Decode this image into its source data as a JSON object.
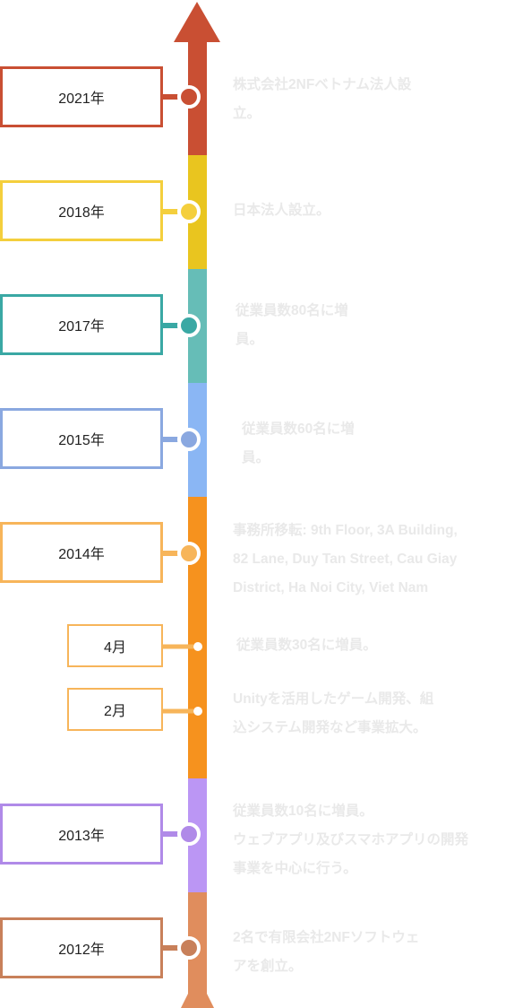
{
  "timeline": {
    "colors": {
      "y2021": "#c94f33",
      "y2018": "#f4cf3d",
      "y2017": "#3aa8a4",
      "y2015": "#8aa8e0",
      "y2014": "#f7b55a",
      "y2013": "#b08ae8",
      "y2012": "#c8805a"
    },
    "entries": [
      {
        "year": "2021年",
        "text": "株式会社2NFベトナム法人設\n立。"
      },
      {
        "year": "2018年",
        "text": "日本法人設立。"
      },
      {
        "year": "2017年",
        "text": "従業員数80名に増\n員。"
      },
      {
        "year": "2015年",
        "text": "従業員数60名に増\n員。"
      },
      {
        "year": "2014年",
        "text": "事務所移転: 9th Floor, 3A Building,\n82 Lane, Duy Tan Street, Cau Giay\nDistrict, Ha Noi City, Viet Nam"
      },
      {
        "year": "4月",
        "text": "従業員数30名に増員。"
      },
      {
        "year": "2月",
        "text": "Unityを活用したゲーム開発、組\n込システム開発など事業拡大。"
      },
      {
        "year": "2013年",
        "text": "従業員数10名に増員。\nウェブアプリ及びスマホアプリの開発\n事業を中心に行う。"
      },
      {
        "year": "2012年",
        "text": "2名で有限会社2NFソフトウェ\nアを創立。"
      }
    ]
  }
}
